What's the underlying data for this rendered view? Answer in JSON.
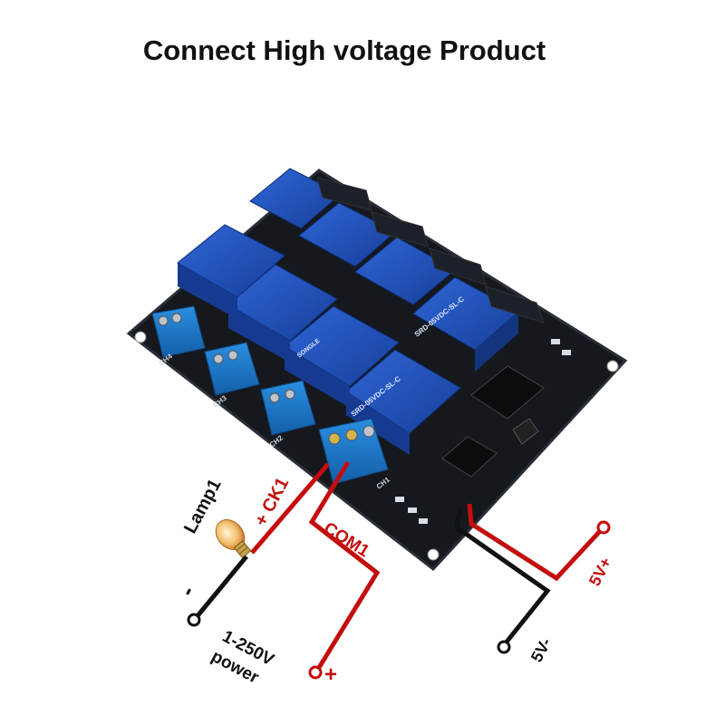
{
  "title": "Connect High voltage Product",
  "board": {
    "relay_marking": "SRD-05VDC-SL-C",
    "brand": "SONGLE",
    "channel_labels": [
      "CH1",
      "CH2",
      "CH3",
      "CH4"
    ]
  },
  "wiring": {
    "lamp_label": "Lamp1",
    "ck_label": "+ CK1",
    "com_label": "COM1",
    "minus_label": "-",
    "plus_label": "+",
    "power_label_line1": "1-250V",
    "power_label_line2": "power",
    "vplus_label": "5V+",
    "vminus_label": "5V-"
  },
  "colors": {
    "board": "#15181d",
    "relay": "#1f4fb8",
    "terminal": "#1c78c8",
    "wire_red": "#c40e0e",
    "wire_black": "#111111"
  }
}
